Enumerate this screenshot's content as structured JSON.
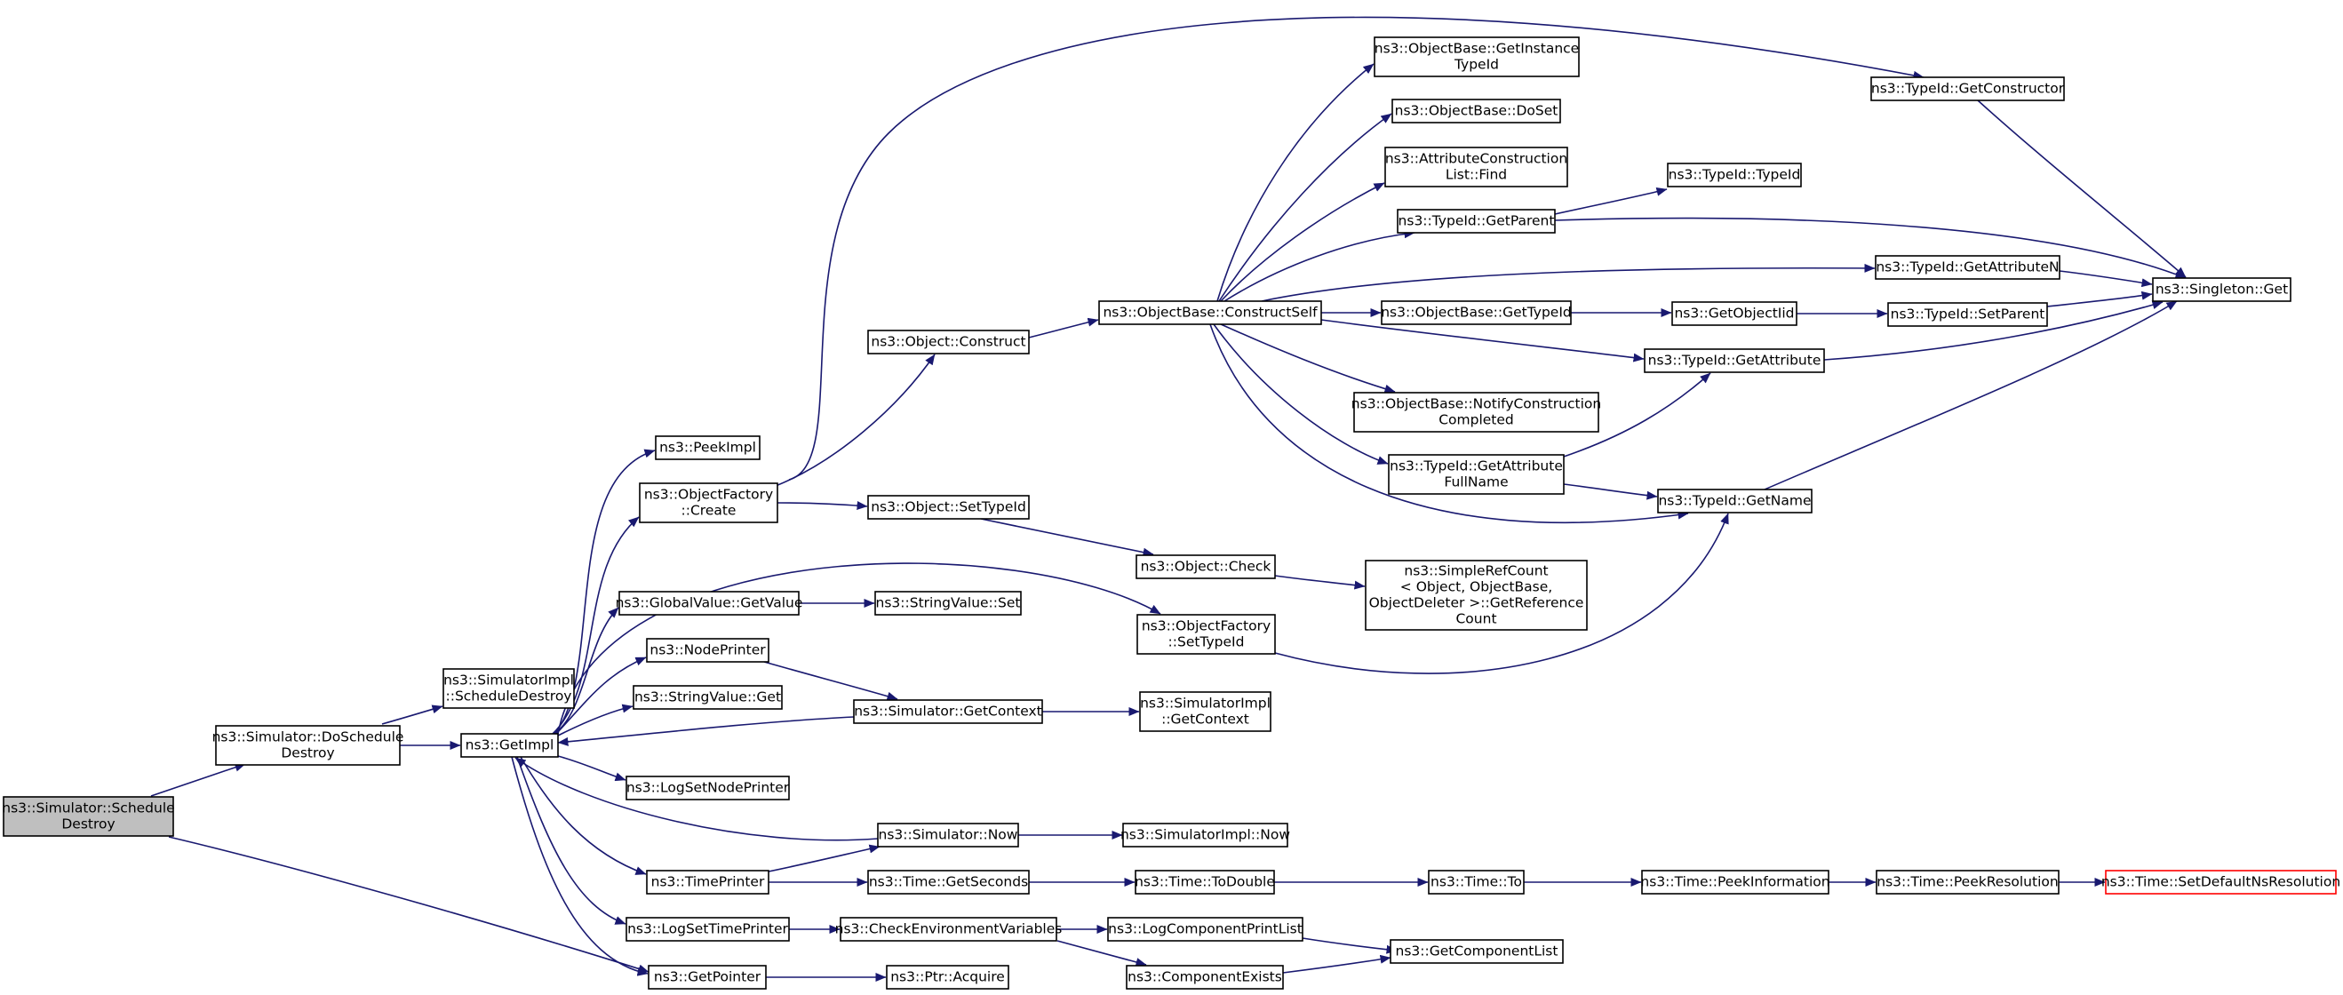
{
  "diagram": {
    "edge_color": "#191970",
    "root_fill": "#bfbfbf",
    "external_border_color": "#ff0000",
    "nodes": [
      {
        "id": "schedule_destroy",
        "lines": [
          "ns3::Simulator::Schedule",
          "Destroy"
        ],
        "kind": "root"
      },
      {
        "id": "do_schedule_destroy",
        "lines": [
          "ns3::Simulator::DoSchedule",
          "Destroy"
        ]
      },
      {
        "id": "impl_schedule_destroy",
        "lines": [
          "ns3::SimulatorImpl",
          "::ScheduleDestroy"
        ]
      },
      {
        "id": "get_impl",
        "lines": [
          "ns3::GetImpl"
        ]
      },
      {
        "id": "get_pointer",
        "lines": [
          "ns3::GetPointer"
        ]
      },
      {
        "id": "peek_impl",
        "lines": [
          "ns3::PeekImpl"
        ]
      },
      {
        "id": "object_factory_create",
        "lines": [
          "ns3::ObjectFactory",
          "::Create"
        ]
      },
      {
        "id": "global_value_get_value",
        "lines": [
          "ns3::GlobalValue::GetValue"
        ]
      },
      {
        "id": "node_printer",
        "lines": [
          "ns3::NodePrinter"
        ]
      },
      {
        "id": "string_value_get",
        "lines": [
          "ns3::StringValue::Get"
        ]
      },
      {
        "id": "log_set_node_printer",
        "lines": [
          "ns3::LogSetNodePrinter"
        ]
      },
      {
        "id": "time_printer",
        "lines": [
          "ns3::TimePrinter"
        ]
      },
      {
        "id": "log_set_time_printer",
        "lines": [
          "ns3::LogSetTimePrinter"
        ]
      },
      {
        "id": "object_construct",
        "lines": [
          "ns3::Object::Construct"
        ]
      },
      {
        "id": "object_set_type_id",
        "lines": [
          "ns3::Object::SetTypeId"
        ]
      },
      {
        "id": "string_value_set",
        "lines": [
          "ns3::StringValue::Set"
        ]
      },
      {
        "id": "simulator_get_context",
        "lines": [
          "ns3::Simulator::GetContext"
        ]
      },
      {
        "id": "simulator_now",
        "lines": [
          "ns3::Simulator::Now"
        ]
      },
      {
        "id": "time_get_seconds",
        "lines": [
          "ns3::Time::GetSeconds"
        ]
      },
      {
        "id": "check_env_vars",
        "lines": [
          "ns3::CheckEnvironmentVariables"
        ]
      },
      {
        "id": "ptr_acquire",
        "lines": [
          "ns3::Ptr::Acquire"
        ]
      },
      {
        "id": "construct_self",
        "lines": [
          "ns3::ObjectBase::ConstructSelf"
        ]
      },
      {
        "id": "object_check",
        "lines": [
          "ns3::Object::Check"
        ]
      },
      {
        "id": "factory_set_type_id",
        "lines": [
          "ns3::ObjectFactory",
          "::SetTypeId"
        ]
      },
      {
        "id": "impl_get_context",
        "lines": [
          "ns3::SimulatorImpl",
          "::GetContext"
        ]
      },
      {
        "id": "impl_now",
        "lines": [
          "ns3::SimulatorImpl::Now"
        ]
      },
      {
        "id": "time_to_double",
        "lines": [
          "ns3::Time::ToDouble"
        ]
      },
      {
        "id": "log_component_print_list",
        "lines": [
          "ns3::LogComponentPrintList"
        ]
      },
      {
        "id": "component_exists",
        "lines": [
          "ns3::ComponentExists"
        ]
      },
      {
        "id": "get_instance_type_id",
        "lines": [
          "ns3::ObjectBase::GetInstance",
          "TypeId"
        ]
      },
      {
        "id": "do_set",
        "lines": [
          "ns3::ObjectBase::DoSet"
        ]
      },
      {
        "id": "attr_construction_find",
        "lines": [
          "ns3::AttributeConstruction",
          "List::Find"
        ]
      },
      {
        "id": "type_id_get_parent",
        "lines": [
          "ns3::TypeId::GetParent"
        ]
      },
      {
        "id": "object_base_get_type_id",
        "lines": [
          "ns3::ObjectBase::GetTypeId"
        ]
      },
      {
        "id": "notify_construction_completed",
        "lines": [
          "ns3::ObjectBase::NotifyConstruction",
          "Completed"
        ]
      },
      {
        "id": "get_attribute_full_name",
        "lines": [
          "ns3::TypeId::GetAttribute",
          "FullName"
        ]
      },
      {
        "id": "simple_ref_count",
        "lines": [
          "ns3::SimpleRefCount",
          "< Object, ObjectBase,",
          " ObjectDeleter >::GetReference",
          "Count"
        ]
      },
      {
        "id": "time_to",
        "lines": [
          "ns3::Time::To"
        ]
      },
      {
        "id": "get_component_list",
        "lines": [
          "ns3::GetComponentList"
        ]
      },
      {
        "id": "type_id_type_id",
        "lines": [
          "ns3::TypeId::TypeId"
        ]
      },
      {
        "id": "get_object_iid",
        "lines": [
          "ns3::GetObjectIid"
        ]
      },
      {
        "id": "type_id_get_attribute",
        "lines": [
          "ns3::TypeId::GetAttribute"
        ]
      },
      {
        "id": "type_id_get_name",
        "lines": [
          "ns3::TypeId::GetName"
        ]
      },
      {
        "id": "time_peek_information",
        "lines": [
          "ns3::Time::PeekInformation"
        ]
      },
      {
        "id": "type_id_get_constructor",
        "lines": [
          "ns3::TypeId::GetConstructor"
        ]
      },
      {
        "id": "type_id_get_attribute_n",
        "lines": [
          "ns3::TypeId::GetAttributeN"
        ]
      },
      {
        "id": "type_id_set_parent",
        "lines": [
          "ns3::TypeId::SetParent"
        ]
      },
      {
        "id": "time_peek_resolution",
        "lines": [
          "ns3::Time::PeekResolution"
        ]
      },
      {
        "id": "singleton_get",
        "lines": [
          "ns3::Singleton::Get"
        ]
      },
      {
        "id": "time_set_default_ns_resolution",
        "lines": [
          "ns3::Time::SetDefaultNsResolution"
        ],
        "kind": "external"
      }
    ]
  }
}
